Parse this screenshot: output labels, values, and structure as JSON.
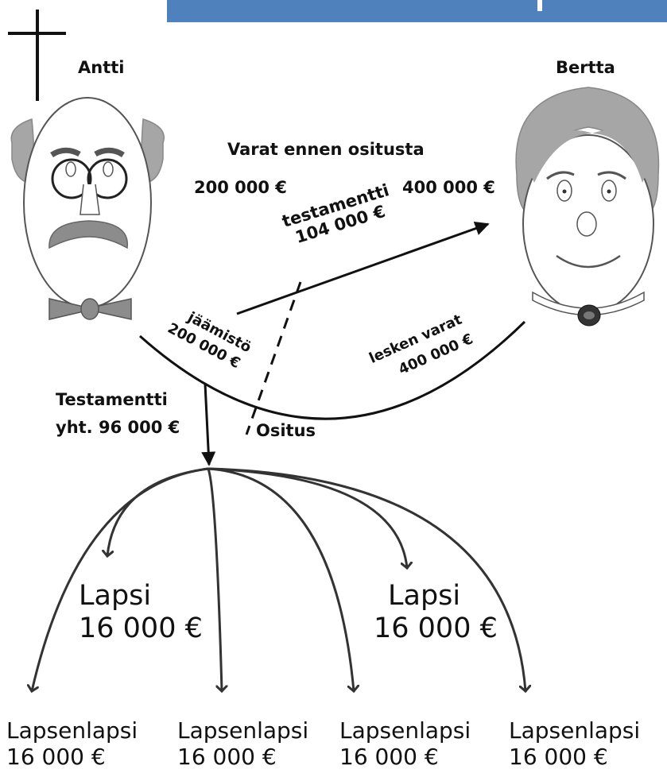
{
  "persons": {
    "left": "Antti",
    "right": "Bertta"
  },
  "assets_heading": "Varat ennen ositusta",
  "assets": {
    "left": "200 000 €",
    "right": "400 000 €"
  },
  "will_to_spouse": {
    "label": "testamentti",
    "amount": "104 000 €"
  },
  "estate": {
    "label": "jäämistö",
    "amount": "200 000 €"
  },
  "widow_assets": {
    "label": "lesken varat",
    "amount": "400 000 €"
  },
  "will_total": {
    "line1": "Testamentti",
    "line2": "yht. 96 000 €"
  },
  "division": "Ositus",
  "children": [
    {
      "title": "Lapsi",
      "amount": "16 000 €"
    },
    {
      "title": "Lapsi",
      "amount": "16 000 €"
    }
  ],
  "grandchildren": [
    {
      "title": "Lapsenlapsi",
      "amount": "16 000 €"
    },
    {
      "title": "Lapsenlapsi",
      "amount": "16 000 €"
    },
    {
      "title": "Lapsenlapsi",
      "amount": "16 000 €"
    },
    {
      "title": "Lapsenlapsi",
      "amount": "16 000 €"
    }
  ],
  "colors": {
    "banner": "#4f81bd",
    "face_fill": "#ffffff",
    "hair": "#a6a6a6",
    "bow_tie": "#808080",
    "line": "#333333"
  }
}
